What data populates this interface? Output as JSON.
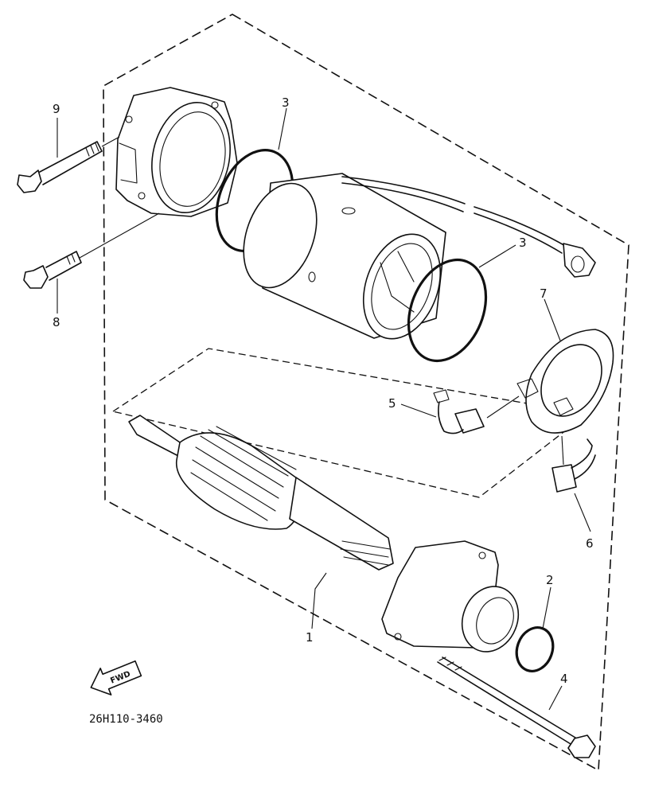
{
  "diagram": {
    "part_number_code": "26H110-3460",
    "fwd_label": "FWD",
    "callouts": {
      "c1": "1",
      "c2": "2",
      "c3a": "3",
      "c3b": "3",
      "c4": "4",
      "c5": "5",
      "c6": "6",
      "c7": "7",
      "c8": "8",
      "c9": "9"
    }
  }
}
